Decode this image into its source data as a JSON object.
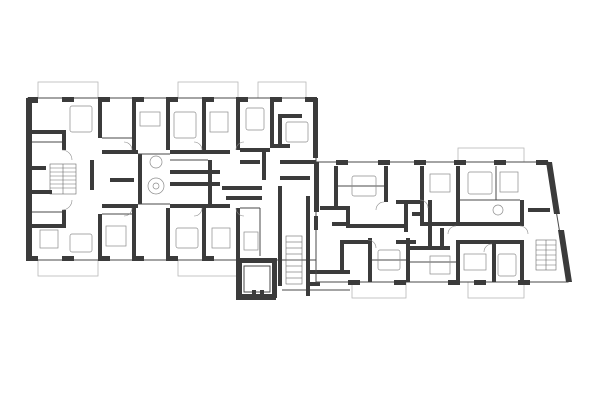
{
  "drawing": {
    "kind": "architectural floor plan",
    "style": "monochrome line drawing",
    "colors": {
      "background": "#ffffff",
      "wall_fill": "#3b3b3b",
      "line": "#4a4a4a",
      "furniture": "#8c8c8c",
      "balcony": "#b8b8b8"
    },
    "wings": [
      "left-wing",
      "right-wing"
    ],
    "features": [
      "stairwell-left-wing",
      "stairwell-right-wing",
      "central-stair",
      "balconies",
      "apartment-rooms",
      "furniture"
    ]
  }
}
